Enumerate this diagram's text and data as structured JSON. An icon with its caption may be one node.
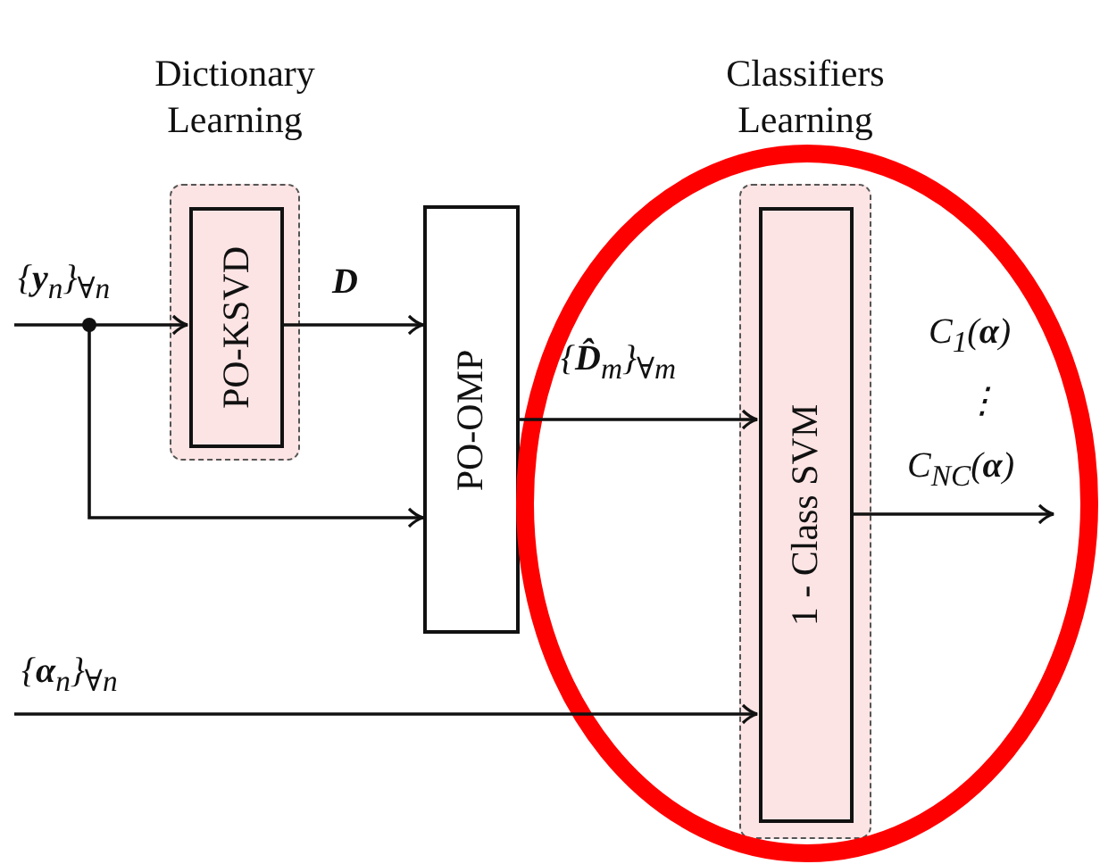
{
  "diagram": {
    "nodes": [
      {
        "text": [
          "Dictionary Learning"
        ]
      },
      {
        "text": [
          "PO-KSVD"
        ],
        "in": 0
      },
      {
        "text": [
          "PO-OMP"
        ]
      },
      {
        "text": [
          "Classifiers Learning"
        ]
      },
      {
        "text": [
          "1 - Class SVM"
        ],
        "in": 3
      }
    ],
    "edges": [
      {
        "from": null,
        "to": 1,
        "arrow": "to",
        "label": "{**y**$_{n}$}$_{∀n}$"
      },
      {
        "from": null,
        "to": 2,
        "arrow": "to"
      },
      {
        "from": 1,
        "to": 2,
        "arrow": "to",
        "label": "**D**"
      },
      {
        "from": 2,
        "to": 4,
        "arrow": "to",
        "label": "{**D̂**$_{m}$}$_{∀m}$"
      },
      {
        "from": null,
        "to": 4,
        "arrow": "to",
        "label": "{**α**$_{n}$}$_{∀n}$"
      },
      {
        "from": 4,
        "to": null,
        "arrow": "to"
      }
    ],
    "labels": [
      "C$_{1}$(**α**)",
      "⋮",
      "C$_{NC}$(**α**)"
    ]
  }
}
